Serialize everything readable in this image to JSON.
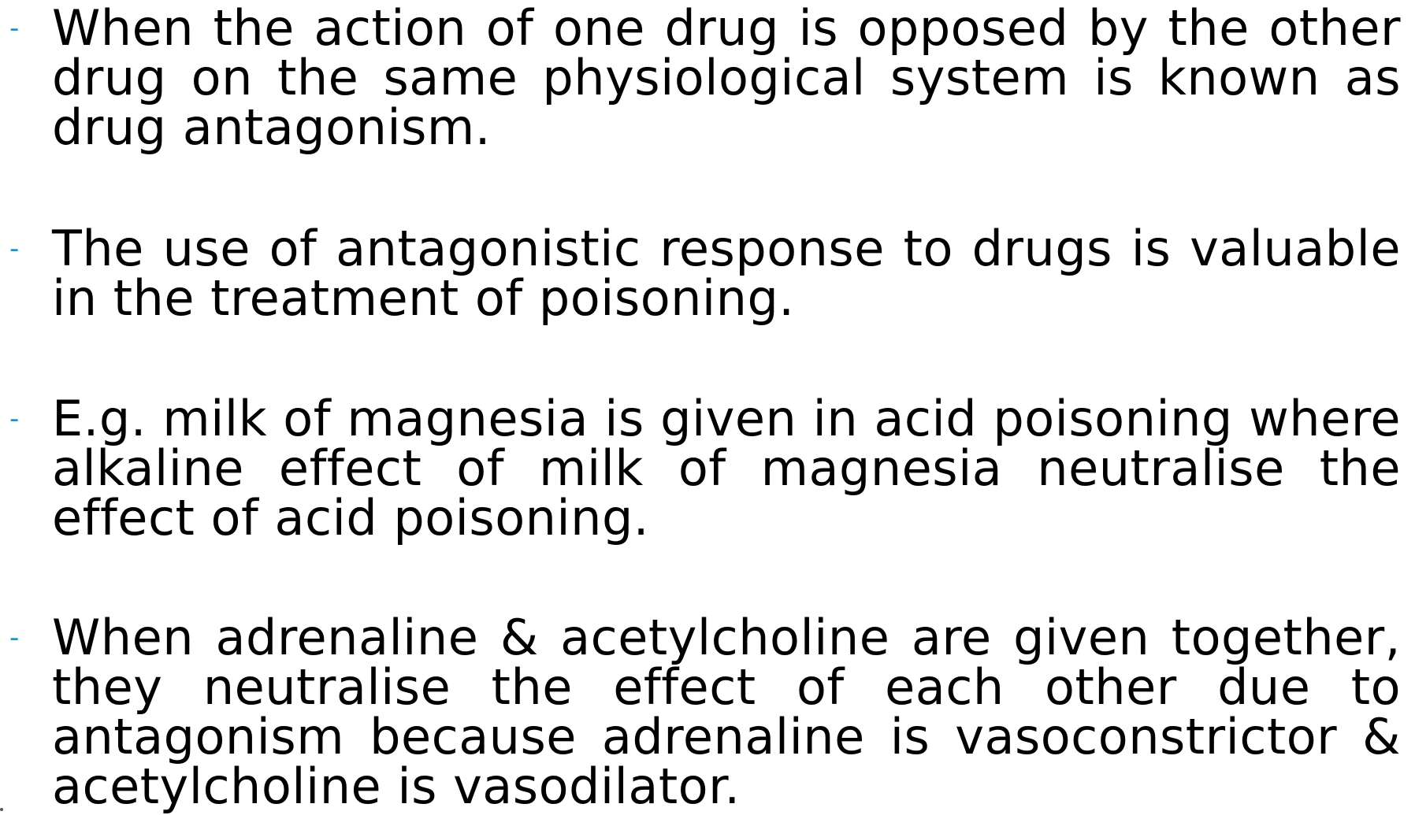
{
  "bullets": [
    {
      "marker": "-",
      "text": "When the action of one drug is opposed by the other drug on the same physiological system is known as drug antagonism."
    },
    {
      "marker": "-",
      "text": "The use of antagonistic response to drugs is valuable in the treatment of poisoning."
    },
    {
      "marker": "-",
      "text": "E.g. milk of magnesia is given in acid poisoning where alkaline effect of milk of magnesia neutralise the effect of acid poisoning."
    },
    {
      "marker": "-",
      "text": "When adrenaline & acetylcholine are given together, they neutralise the effect of each other due to antagonism because adrenaline is vasoconstrictor & acetylcholine is vasodilator."
    }
  ],
  "colors": {
    "bullet_marker": "#2e8bc0",
    "text": "#000000",
    "background": "#ffffff"
  }
}
